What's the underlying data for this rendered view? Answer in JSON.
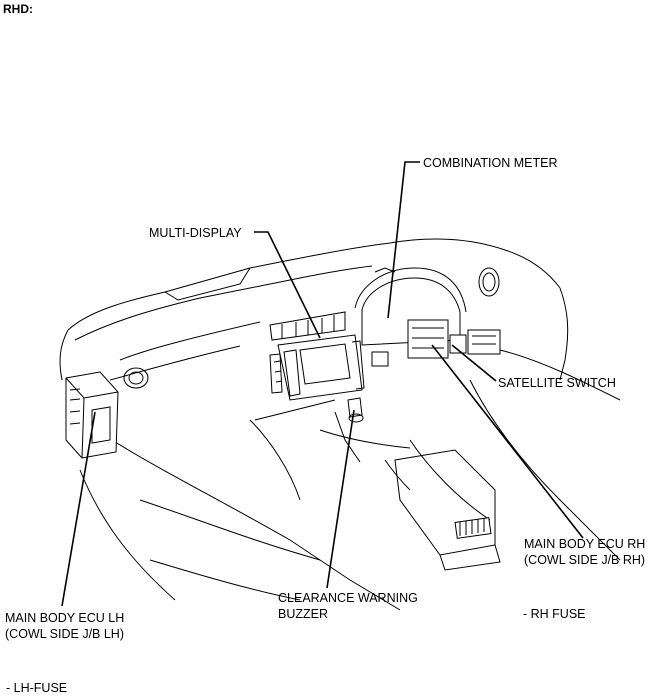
{
  "header": {
    "title": "RHD:"
  },
  "labels": {
    "combination_meter": "COMBINATION METER",
    "multi_display": "MULTI-DISPLAY",
    "satellite_switch": "SATELLITE SWITCH",
    "main_body_ecu_rh_line1": "MAIN BODY ECU RH",
    "main_body_ecu_rh_line2": "(COWL SIDE J/B RH)",
    "clearance_warning_buzzer_line1": "CLEARANCE WARNING",
    "clearance_warning_buzzer_line2": "BUZZER",
    "main_body_ecu_lh_line1": "MAIN BODY ECU LH",
    "main_body_ecu_lh_line2": "(COWL SIDE J/B LH)",
    "rh_fuse": "- RH FUSE",
    "lh_fuse": "- LH-FUSE"
  }
}
